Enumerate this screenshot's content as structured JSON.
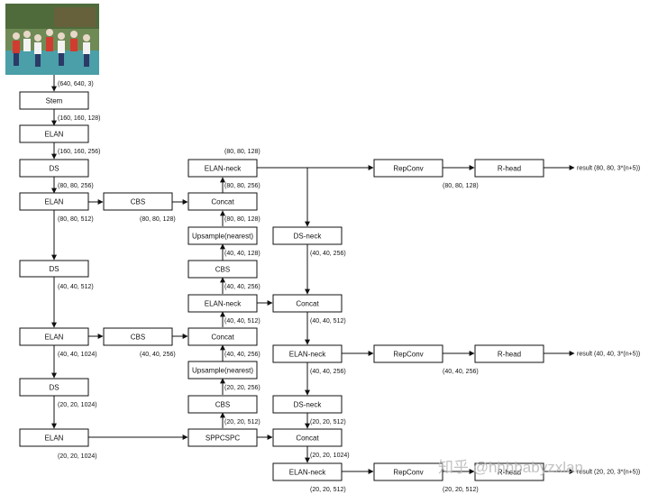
{
  "nodes": {
    "stem": "Stem",
    "elan_1": "ELAN",
    "ds_1": "DS",
    "elan_2": "ELAN",
    "ds_2": "DS",
    "elan_3": "ELAN",
    "ds_3": "DS",
    "elan_4": "ELAN",
    "cbs_1": "CBS",
    "cbs_2": "CBS",
    "elan_neck_1": "ELAN-neck",
    "concat_1": "Concat",
    "upsample_1": "Upsample(nearest)",
    "cbs_3": "CBS",
    "elan_neck_2": "ELAN-neck",
    "concat_2": "Concat",
    "upsample_2": "Upsample(nearest)",
    "cbs_4": "CBS",
    "sppcspc": "SPPCSPC",
    "ds_neck_1": "DS-neck",
    "concat_3": "Concat",
    "elan_neck_3": "ELAN-neck",
    "ds_neck_2": "DS-neck",
    "concat_4": "Concat",
    "elan_neck_4": "ELAN-neck",
    "repconv_1": "RepConv",
    "repconv_2": "RepConv",
    "repconv_3": "RepConv",
    "rhead_1": "R-head",
    "rhead_2": "R-head",
    "rhead_3": "R-head"
  },
  "dims": {
    "input": "(640, 640, 3)",
    "stem_out": "(160, 160, 128)",
    "elan1_out": "(160, 160, 256)",
    "ds1_out": "(80, 80, 256)",
    "elan2_out": "(80, 80, 512)",
    "cbs1_out": "(80, 80, 128)",
    "ds2_out": "(40, 40, 512)",
    "elan3_out": "(40, 40, 1024)",
    "cbs2_out": "(40, 40, 256)",
    "ds3_out": "(20, 20, 1024)",
    "elan4_out": "(20, 20, 1024)",
    "elan_neck1_top": "(80, 80, 128)",
    "concat1_out": "(80, 80, 256)",
    "upsample1_out": "(80, 80, 128)",
    "cbs3_out": "(40, 40, 128)",
    "elan_neck2_in": "(40, 40, 256)",
    "elan_neck2_out": "(40, 40, 512)",
    "concat2_out": "(40, 40, 256)",
    "upsample2_out": "(20, 20, 256)",
    "cbs4_out": "(20, 20, 512)",
    "ds_neck1_out": "(40, 40, 256)",
    "concat3_out": "(40, 40, 512)",
    "elan_neck3_out": "(40, 40, 256)",
    "ds_neck2_out": "(20, 20, 512)",
    "concat4_out": "(20, 20, 1024)",
    "elan_neck4_out": "(20, 20, 512)",
    "repconv1_out": "(80, 80, 128)",
    "repconv2_out": "(40, 40, 256)",
    "repconv3_out": "(20, 20, 512)"
  },
  "results": {
    "r1": "result (80, 80, 3*(n+5))",
    "r2": "result (40, 40, 3*(n+5))",
    "r3": "result (20, 20, 3*(n+5))"
  },
  "watermark": "知乎 @hhhbabyzxlan"
}
